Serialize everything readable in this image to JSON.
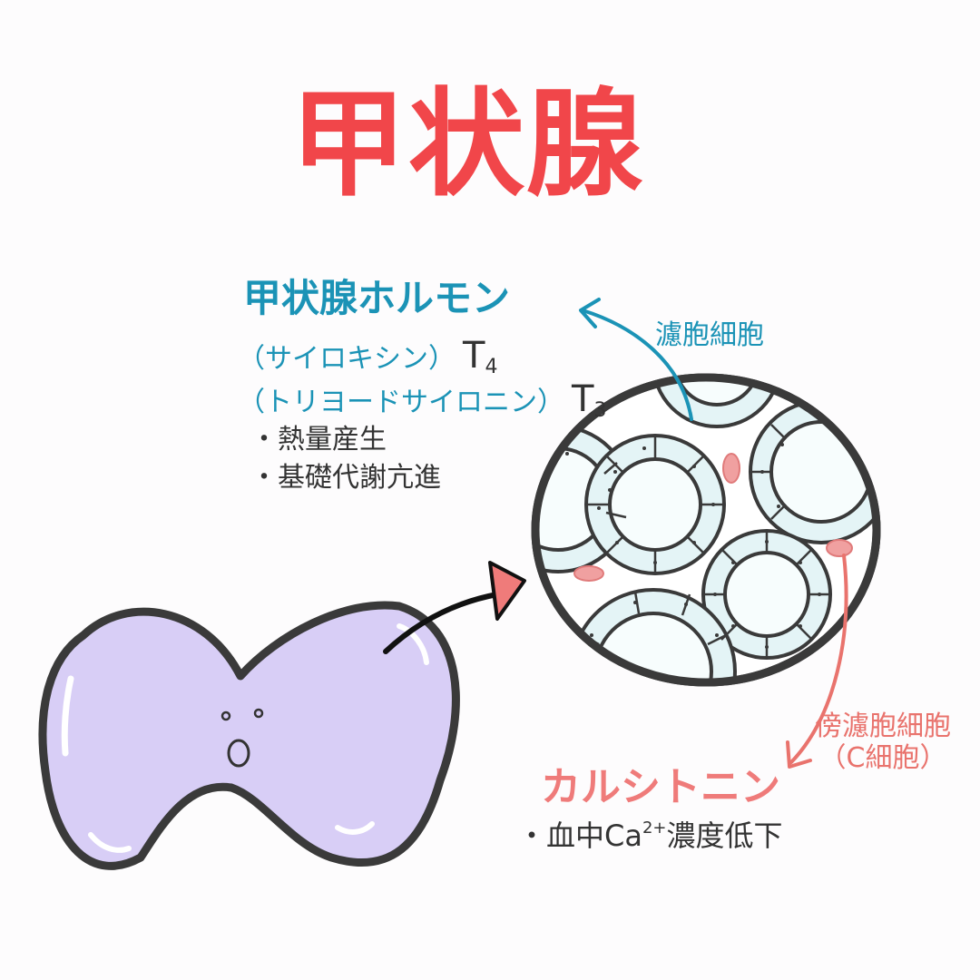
{
  "title": "甲状腺",
  "follicular": {
    "hormone_title": "甲状腺ホルモン",
    "thyroxine": "（サイロキシン）",
    "t4": {
      "letter": "T",
      "sub": "4"
    },
    "triiodothyronine": "（トリヨードサイロニン）",
    "t3": {
      "letter": "T",
      "sub": "3"
    },
    "effects": [
      "・熱量産生",
      "・基礎代謝亢進"
    ],
    "cell_label": "濾胞細胞"
  },
  "parafollicular": {
    "cell_label_line1": "傍濾胞細胞",
    "cell_label_line2": "（C細胞）",
    "hormone": "カルシトニン",
    "effect_prefix": "・血中Ca",
    "effect_sup": "2+",
    "effect_suffix": "濃度低下"
  },
  "colors": {
    "title": "#f1464a",
    "follicular": "#1b93b6",
    "parafollicular": "#ef7b7a",
    "gland_fill": "#d8cef6",
    "follicle_fill": "#e4f4f6",
    "outline": "#3a3a3a"
  }
}
